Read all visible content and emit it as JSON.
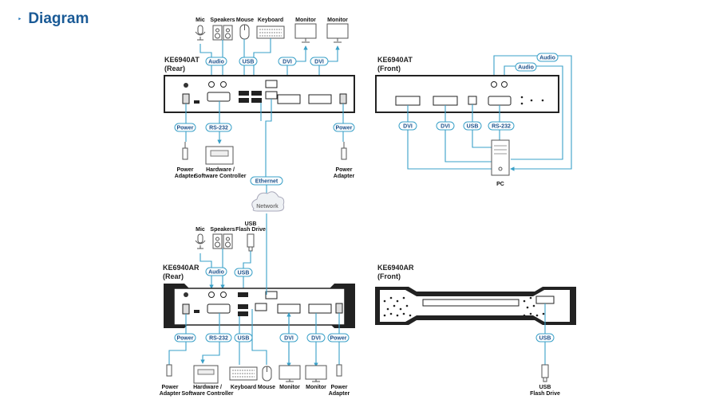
{
  "header": {
    "title": "Diagram",
    "marker": "‣"
  },
  "colors": {
    "accent": "#1a6eb5",
    "wire": "#3aa0c8",
    "device": "#222222"
  },
  "tx_rear": {
    "title_line1": "KE6940AT",
    "title_line2": "(Rear)",
    "top": {
      "mic": "Mic",
      "speakers": "Speakers",
      "mouse": "Mouse",
      "keyboard": "Keyboard",
      "monitor1": "Monitor",
      "monitor2": "Monitor"
    },
    "tags": {
      "audio": "Audio",
      "usb": "USB",
      "dvi1": "DVI",
      "dvi2": "DVI",
      "power_left": "Power",
      "rs232": "RS-232",
      "power_right": "Power",
      "ethernet": "Ethernet"
    },
    "bottom": {
      "power_adapter_left_1": "Power",
      "power_adapter_left_2": "Adapter",
      "controller_1": "Hardware /",
      "controller_2": "Software Controller",
      "power_adapter_right_1": "Power",
      "power_adapter_right_2": "Adapter"
    }
  },
  "network": {
    "label": "Network"
  },
  "tx_front": {
    "title_line1": "KE6940AT",
    "title_line2": "(Front)",
    "tags": {
      "audio1": "Audio",
      "audio2": "Audio",
      "dvi1": "DVI",
      "dvi2": "DVI",
      "usb": "USB",
      "rs232": "RS-232"
    },
    "pc": "PC"
  },
  "rx_rear": {
    "title_line1": "KE6940AR",
    "title_line2": "(Rear)",
    "top": {
      "mic": "Mic",
      "speakers": "Speakers",
      "flash_1": "USB",
      "flash_2": "Flash Drive"
    },
    "tags": {
      "audio": "Audio",
      "usb_top": "USB",
      "power_left": "Power",
      "rs232": "RS-232",
      "usb_bottom": "USB",
      "dvi1": "DVI",
      "dvi2": "DVI",
      "power_right": "Power"
    },
    "bottom": {
      "power_adapter_left_1": "Power",
      "power_adapter_left_2": "Adapter",
      "controller_1": "Hardware /",
      "controller_2": "Software Controller",
      "keyboard": "Keyboard",
      "mouse": "Mouse",
      "monitor1": "Monitor",
      "monitor2": "Monitor",
      "power_adapter_right_1": "Power",
      "power_adapter_right_2": "Adapter"
    }
  },
  "rx_front": {
    "title_line1": "KE6940AR",
    "title_line2": "(Front)",
    "tags": {
      "usb": "USB"
    },
    "flash_1": "USB",
    "flash_2": "Flash Drive"
  }
}
